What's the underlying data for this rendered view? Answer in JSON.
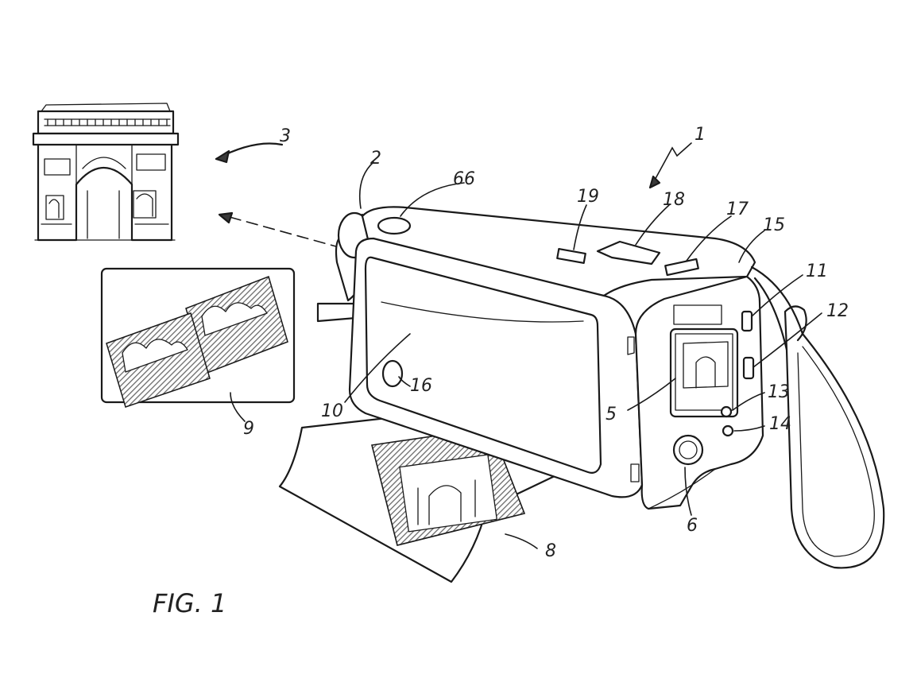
{
  "figure": {
    "caption": "FIG. 1",
    "labels": {
      "camera": "1",
      "lens": "2",
      "scene": "3",
      "display": "5",
      "thumb_wheel": "6",
      "print_output": "8",
      "print_card": "9",
      "card_slot": "10",
      "button_11": "11",
      "button_12": "12",
      "button_13": "13",
      "button_14": "14",
      "button_15": "15",
      "button_16": "16",
      "switch_17": "17",
      "shutter_18": "18",
      "switch_19": "19",
      "knob_66": "66"
    }
  },
  "colors": {
    "ink": "#1a1a1a",
    "paper": "#ffffff",
    "hatch": "#6a6a6a"
  }
}
